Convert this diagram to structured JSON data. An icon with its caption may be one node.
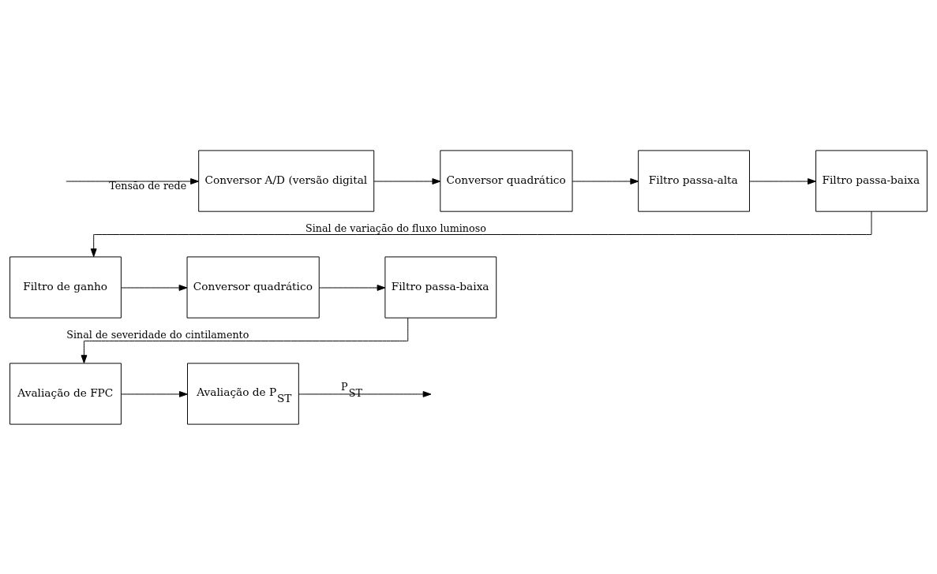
{
  "diagram": {
    "nodes": [
      {
        "text": [
          "Conversor A/D (versão digital"
        ]
      },
      {
        "text": [
          "Conversor quadrático"
        ]
      },
      {
        "text": [
          "Filtro passa-alta"
        ]
      },
      {
        "text": [
          "Filtro passa-baixa"
        ]
      },
      {
        "text": [
          "Filtro de ganho"
        ]
      },
      {
        "text": [
          "Conversor quadrático"
        ]
      },
      {
        "text": [
          "Filtro passa-baixa"
        ]
      },
      {
        "text": [
          "Avaliação de FPC"
        ]
      },
      {
        "text": [
          "Avaliação de P$_{ST}$"
        ]
      }
    ],
    "edges": [
      {
        "from": null,
        "to": 0,
        "arrow": "to",
        "label": "Tensão de rede"
      },
      {
        "from": 0,
        "to": 1,
        "arrow": "to"
      },
      {
        "from": 1,
        "to": 2,
        "arrow": "to"
      },
      {
        "from": 2,
        "to": 3,
        "arrow": "to"
      },
      {
        "from": 3,
        "to": 4,
        "arrow": "to",
        "label": "Sinal de variação do fluxo luminoso"
      },
      {
        "from": 4,
        "to": 5,
        "arrow": "to"
      },
      {
        "from": 5,
        "to": 6,
        "arrow": "to"
      },
      {
        "from": 6,
        "to": 7,
        "arrow": "to",
        "label": "Sinal de severidade do cintilamento"
      },
      {
        "from": 7,
        "to": 8,
        "arrow": "to"
      },
      {
        "from": 8,
        "to": null,
        "arrow": "to",
        "label": "P$_{ST}$"
      }
    ]
  }
}
